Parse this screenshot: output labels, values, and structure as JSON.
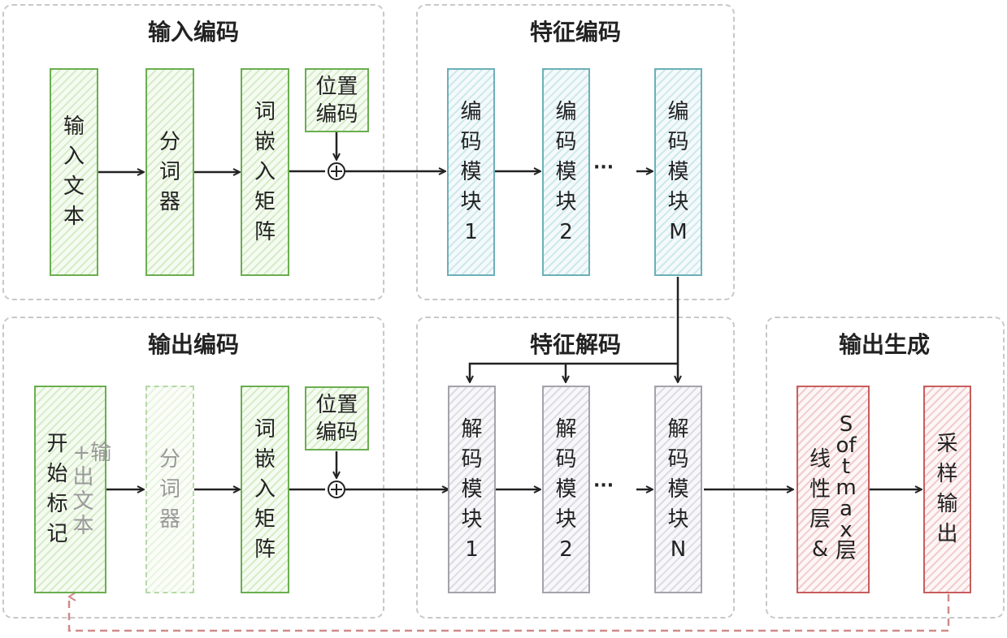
{
  "groups": {
    "input_encoding": "输入编码",
    "feature_encoding": "特征编码",
    "output_encoding": "输出编码",
    "feature_decoding": "特征解码",
    "output_generation": "输出生成"
  },
  "encoder_path": {
    "input_text": "输入文本",
    "tokenizer": "分词器",
    "embedding": "词嵌入矩阵",
    "positional_encoding": "位置编码",
    "blocks": [
      "编码模块1",
      "编码模块2",
      "编码模块M"
    ],
    "ellipsis": "···"
  },
  "decoder_path": {
    "start_token": "开始标记",
    "output_text": "+输出文本",
    "tokenizer": "分词器",
    "embedding": "词嵌入矩阵",
    "positional_encoding": "位置编码",
    "blocks": [
      "解码模块1",
      "解码模块2",
      "解码模块N"
    ],
    "ellipsis": "···"
  },
  "generation": {
    "linear_layer": "线性层&",
    "softmax_layer": "Softmax层",
    "sampling_output": "采样输出"
  },
  "colors": {
    "green": "#6aae4f",
    "blue": "#6bb0b8",
    "gray": "#a3a3ab",
    "red": "#c85d5d",
    "feedback": "#d08a8a"
  }
}
